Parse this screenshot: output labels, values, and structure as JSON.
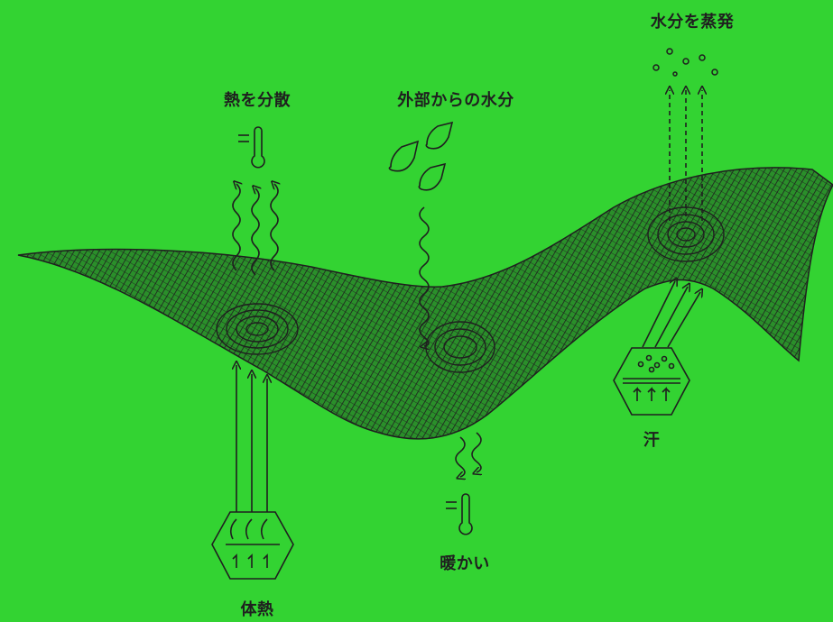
{
  "colors": {
    "background": "#33d332",
    "ink": "#1f1f1f",
    "fabric_fill": "#2b9a2b"
  },
  "labels": {
    "evaporate": "水分を蒸発",
    "disperse_heat": "熱を分散",
    "external_moisture": "外部からの水分",
    "sweat": "汗",
    "warm": "暖かい",
    "body_heat": "体熱"
  },
  "icons": {
    "thermometer": "thermometer-icon",
    "water_drops": "water-drops-icon",
    "evaporation_bubbles": "bubbles-icon",
    "sweat_gland": "sweat-hexagon-icon",
    "body_heat_source": "heat-hexagon-icon"
  }
}
